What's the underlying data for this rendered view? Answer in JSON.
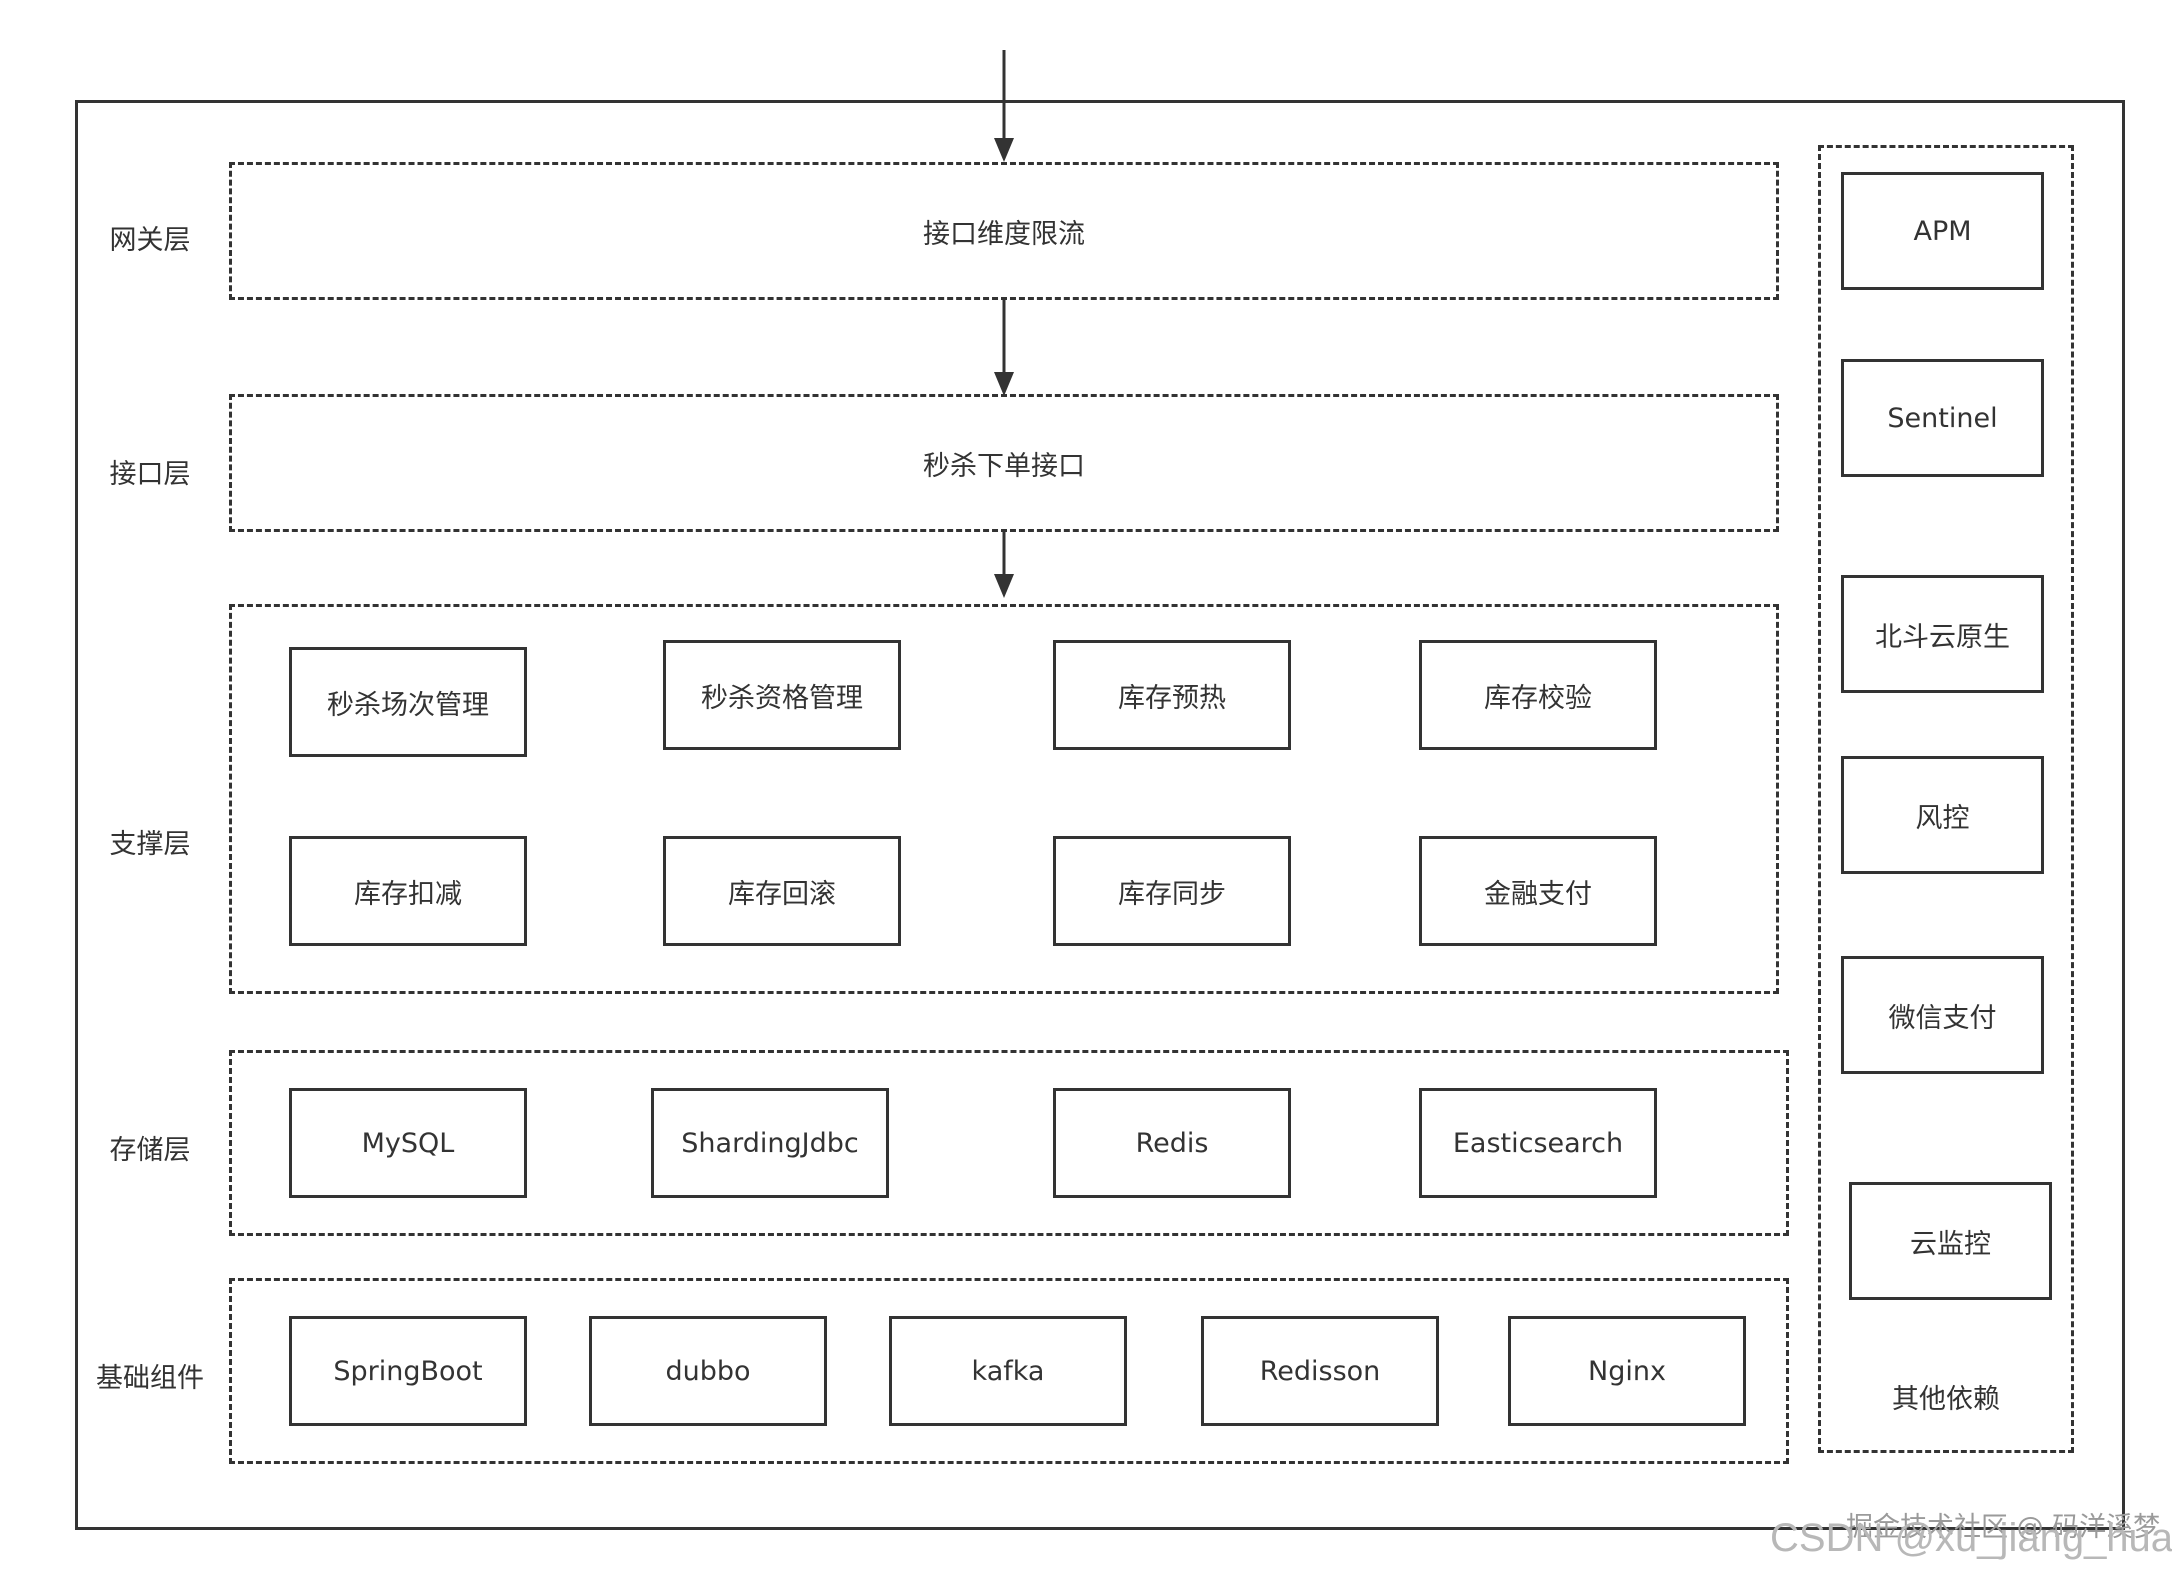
{
  "layers": {
    "gateway": "网关层",
    "api": "接口层",
    "support": "支撑层",
    "storage": "存储层",
    "base": "基础组件"
  },
  "gateway_box": "接口维度限流",
  "api_box": "秒杀下单接口",
  "support_items": [
    "秒杀场次管理",
    "秒杀资格管理",
    "库存预热",
    "库存校验",
    "库存扣减",
    "库存回滚",
    "库存同步",
    "金融支付"
  ],
  "storage_items": [
    "MySQL",
    "ShardingJdbc",
    "Redis",
    "Easticsearch"
  ],
  "base_items": [
    "SpringBoot",
    "dubbo",
    "kafka",
    "Redisson",
    "Nginx"
  ],
  "other_deps": {
    "items": [
      "APM",
      "Sentinel",
      "北斗云原生",
      "风控",
      "微信支付",
      "云监控"
    ],
    "label": "其他依赖"
  },
  "watermark": {
    "top": "掘金技术社区 @ 码洋溪梦",
    "bottom": "CSDN @xu_jiang_hua"
  }
}
